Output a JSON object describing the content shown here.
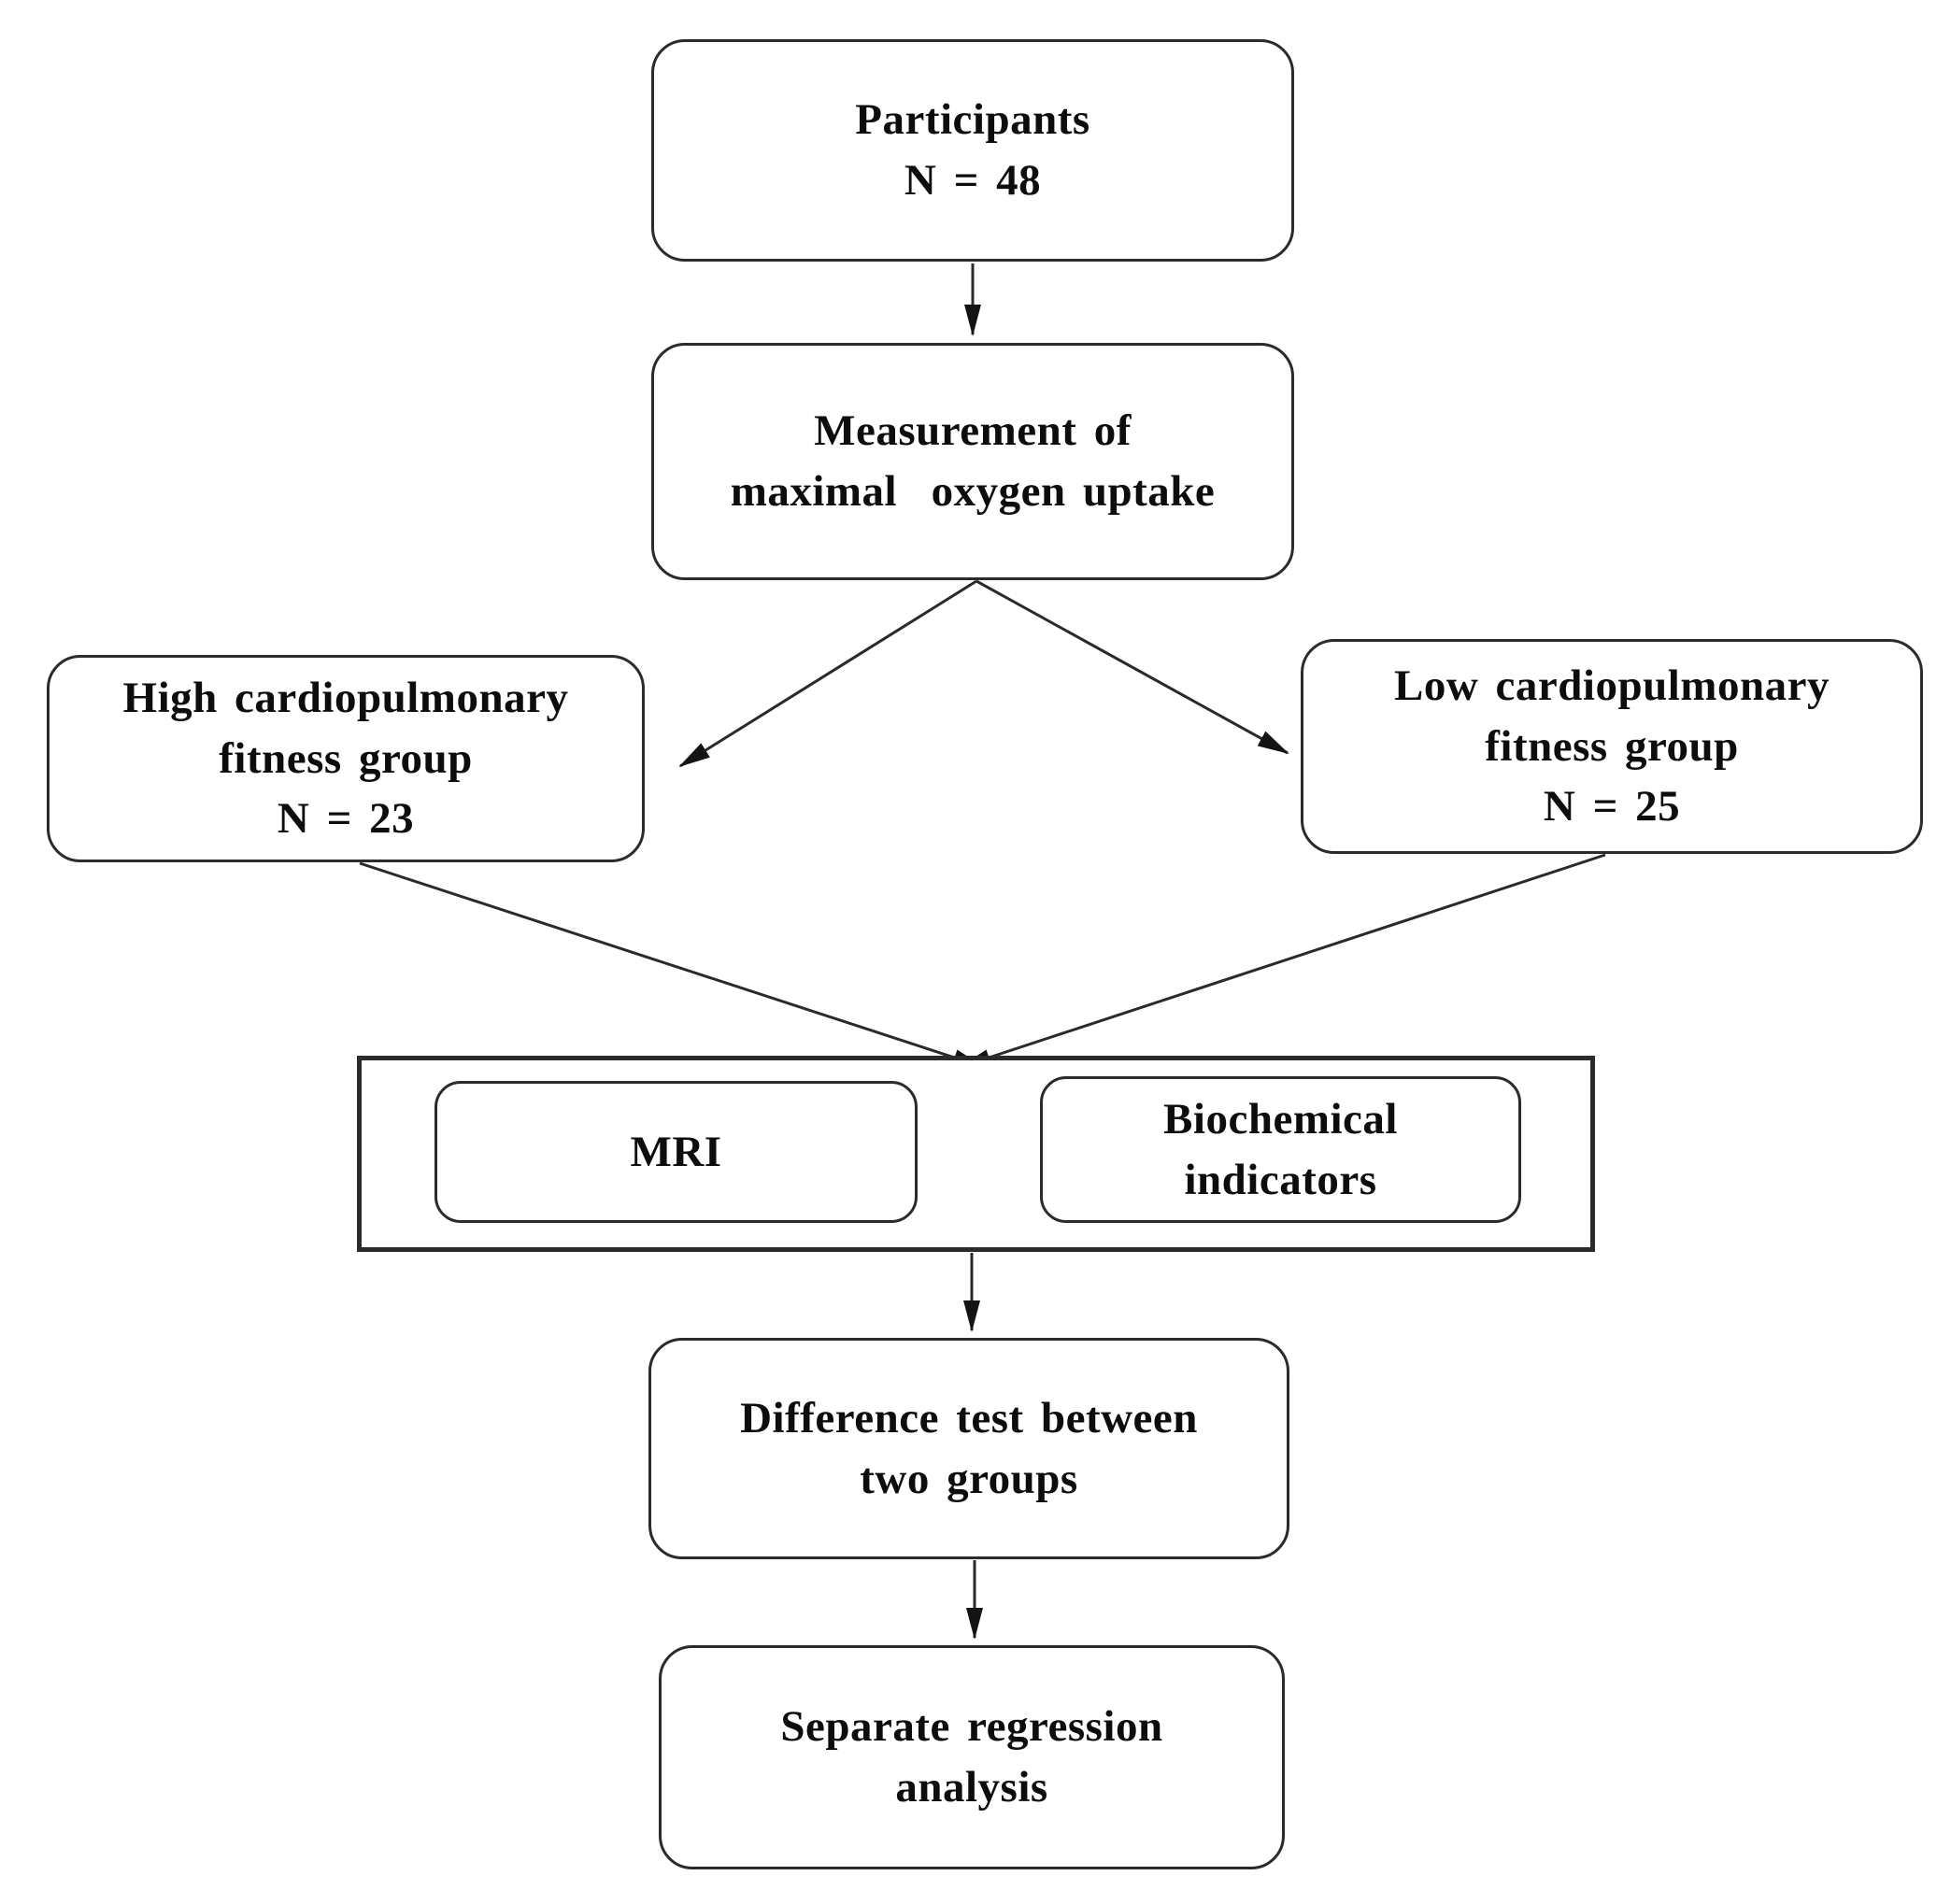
{
  "diagram": {
    "type": "flowchart",
    "background_color": "#ffffff",
    "border_color": "#2b2b2b",
    "line_color": "#2a2a2a",
    "text_color": "#0d0d0d",
    "nodes": {
      "participants": {
        "lines": [
          "Participants",
          "N = 48"
        ]
      },
      "measurement": {
        "lines": [
          "Measurement of",
          "maximal  oxygen uptake"
        ]
      },
      "high_fitness": {
        "lines": [
          "High cardiopulmonary",
          "fitness group",
          "N = 23"
        ]
      },
      "low_fitness": {
        "lines": [
          "Low cardiopulmonary",
          "fitness group",
          "N = 25"
        ]
      },
      "mri": {
        "lines": [
          "MRI"
        ]
      },
      "biochemical": {
        "lines": [
          "Biochemical",
          "indicators"
        ]
      },
      "difference_test": {
        "lines": [
          "Difference test between",
          "two groups"
        ]
      },
      "regression": {
        "lines": [
          "Separate regression",
          "analysis"
        ]
      }
    },
    "edges": [
      "participants -> measurement",
      "measurement -> high_fitness",
      "measurement -> low_fitness",
      "high_fitness -> mri_and_biochemical",
      "low_fitness -> mri_and_biochemical",
      "mri_and_biochemical -> difference_test",
      "difference_test -> regression"
    ]
  }
}
